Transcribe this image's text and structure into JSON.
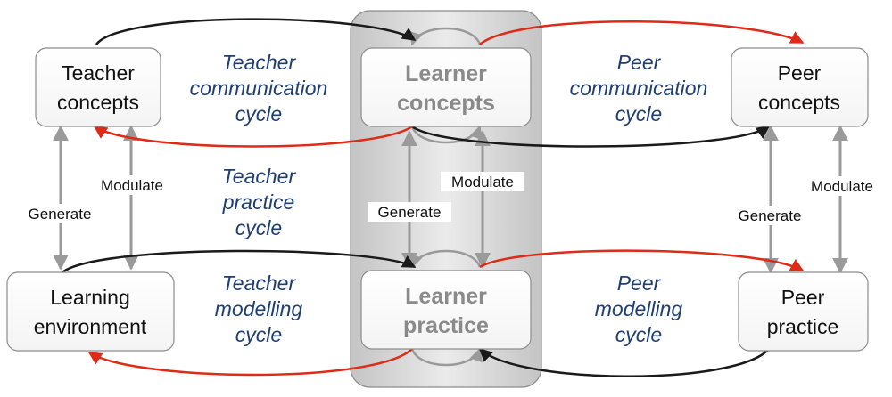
{
  "colors": {
    "node_border": "#8c8c8c",
    "black_arrow": "#1a1a1a",
    "red_arrow": "#e02a18",
    "gray_arrow": "#9a9a9a",
    "cycle_text": "#1f3f73",
    "learner_text": "#8a8a8a",
    "panel_fill": "#cfcfcf"
  },
  "nodes": {
    "teacher_concepts": [
      "Teacher",
      "concepts"
    ],
    "learner_concepts": [
      "Learner",
      "concepts"
    ],
    "peer_concepts": [
      "Peer",
      "concepts"
    ],
    "learning_environment": [
      "Learning",
      "environment"
    ],
    "learner_practice": [
      "Learner",
      "practice"
    ],
    "peer_practice": [
      "Peer",
      "practice"
    ]
  },
  "cycles": {
    "teacher_communication": [
      "Teacher",
      "communication",
      "cycle"
    ],
    "peer_communication": [
      "Peer",
      "communication",
      "cycle"
    ],
    "teacher_practice": [
      "Teacher",
      "practice",
      "cycle"
    ],
    "teacher_modelling": [
      "Teacher",
      "modelling",
      "cycle"
    ],
    "peer_modelling": [
      "Peer",
      "modelling",
      "cycle"
    ]
  },
  "edge_labels": {
    "generate": "Generate",
    "modulate": "Modulate"
  }
}
